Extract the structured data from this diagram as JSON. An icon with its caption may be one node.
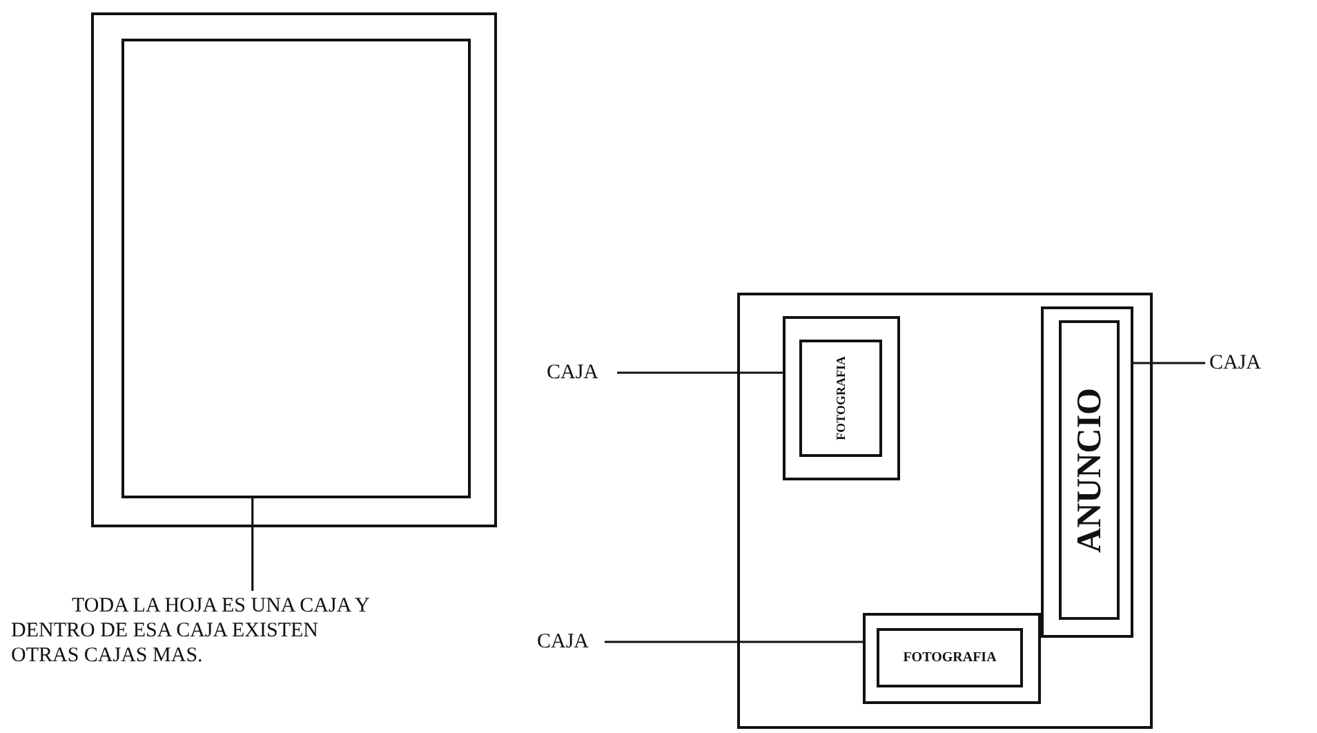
{
  "diagram": {
    "nodes": [
      {
        "text": [],
        "shape": "box"
      },
      {
        "text": [],
        "shape": "box",
        "in": 0
      },
      {
        "text": [
          "TODA LA HOJA ES UNA CAJA Y DENTRO DE ESA CAJA EXISTEN OTRAS CAJAS MAS."
        ]
      },
      {
        "text": [],
        "shape": "box"
      },
      {
        "text": [],
        "shape": "box",
        "in": 3
      },
      {
        "text": [
          "FOTOGRAFIA"
        ],
        "in": 4
      },
      {
        "text": [],
        "shape": "box",
        "in": 3
      },
      {
        "text": [
          "ANUNCIO"
        ],
        "in": 6
      },
      {
        "text": [],
        "shape": "box",
        "in": 3
      },
      {
        "text": [
          "FOTOGRAFIA"
        ],
        "in": 8
      },
      {
        "text": [
          "CAJA"
        ]
      },
      {
        "text": [
          "CAJA"
        ]
      },
      {
        "text": [
          "CAJA"
        ]
      }
    ],
    "edges": [
      {
        "from": 2,
        "to": 1,
        "arrow": "none"
      },
      {
        "from": 10,
        "to": 4,
        "arrow": "none"
      },
      {
        "from": 11,
        "to": 6,
        "arrow": "none"
      },
      {
        "from": 12,
        "to": 8,
        "arrow": "none"
      }
    ]
  }
}
